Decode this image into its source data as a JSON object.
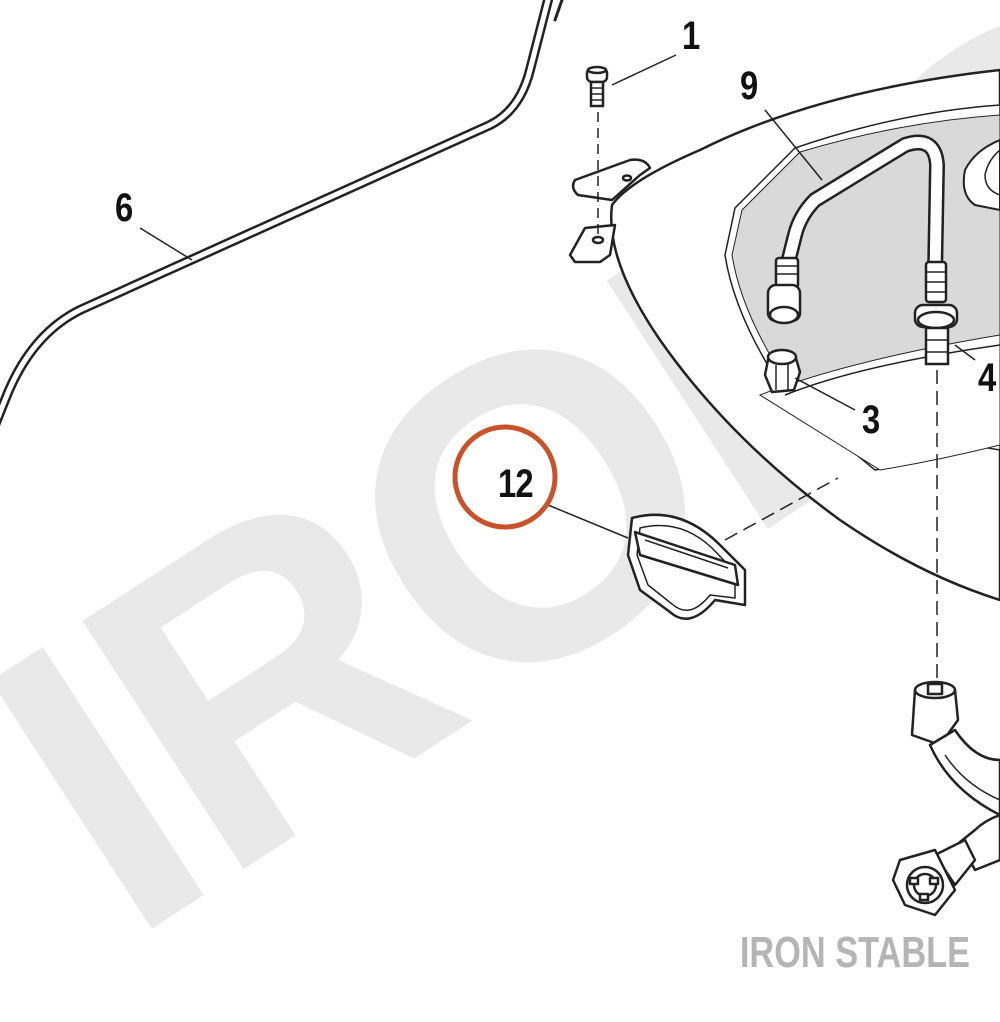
{
  "diagram": {
    "watermark_text": "IRON STABLE",
    "background_watermark_text": "IRONS",
    "callouts": [
      {
        "id": "1",
        "label": "1"
      },
      {
        "id": "9",
        "label": "9"
      },
      {
        "id": "6",
        "label": "6"
      },
      {
        "id": "3",
        "label": "3"
      },
      {
        "id": "4",
        "label": "4"
      },
      {
        "id": "12",
        "label": "12",
        "highlighted": true
      }
    ],
    "colors": {
      "line": "#222222",
      "highlight_circle": "#c8522a",
      "tank_inset": "#d9d9d9",
      "watermark": "#b5b5b5"
    }
  }
}
